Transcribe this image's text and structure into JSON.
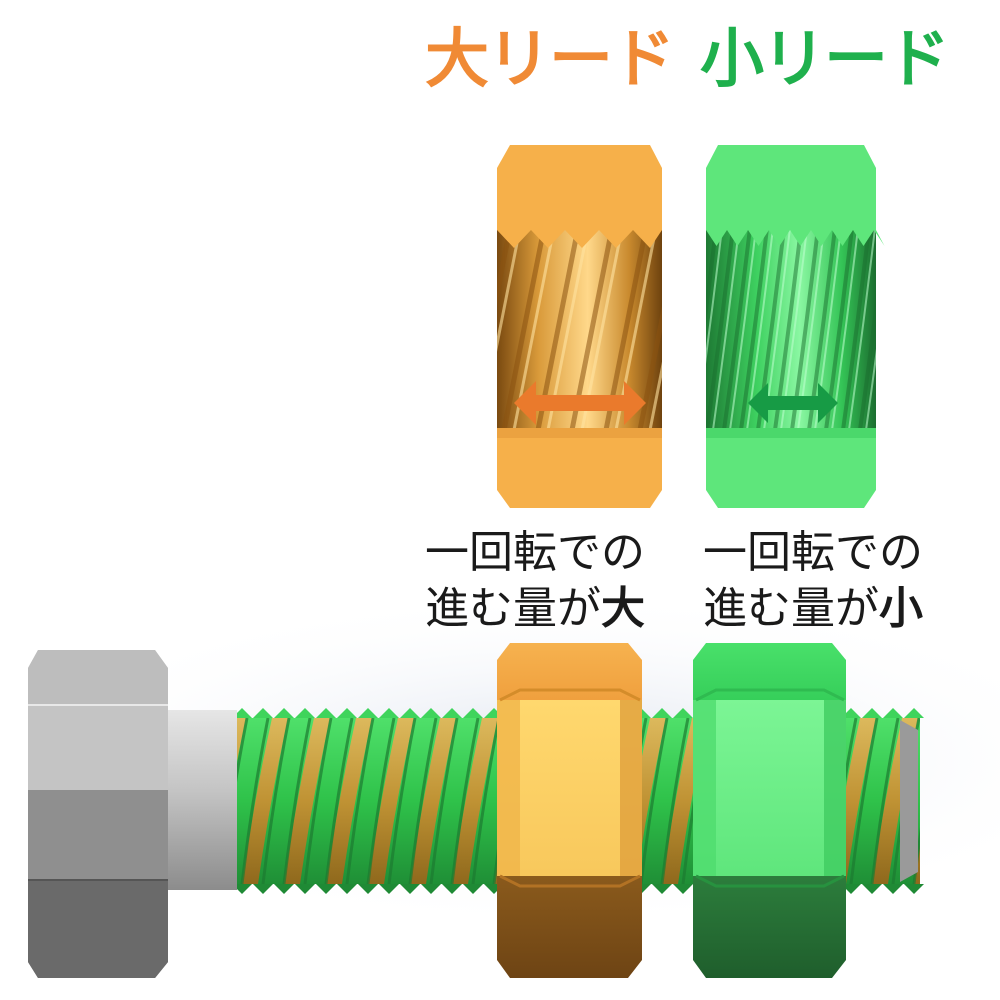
{
  "labels": {
    "large_lead": "大リード",
    "small_lead": "小リード"
  },
  "captions": {
    "large": {
      "line1": "一回転での",
      "line2_prefix": "進む量が",
      "line2_accent": "大"
    },
    "small": {
      "line1": "一回転での",
      "line2_prefix": "進む量が",
      "line2_accent": "小"
    }
  },
  "colors": {
    "large_lead": "#f08a35",
    "small_lead": "#1fb04d",
    "caption_text": "#1a1a1a",
    "bolt_steel": "#b5b5b5"
  },
  "icons": {
    "large_lead_arrow": "double-arrow-horizontal",
    "small_lead_arrow": "double-arrow-horizontal"
  }
}
